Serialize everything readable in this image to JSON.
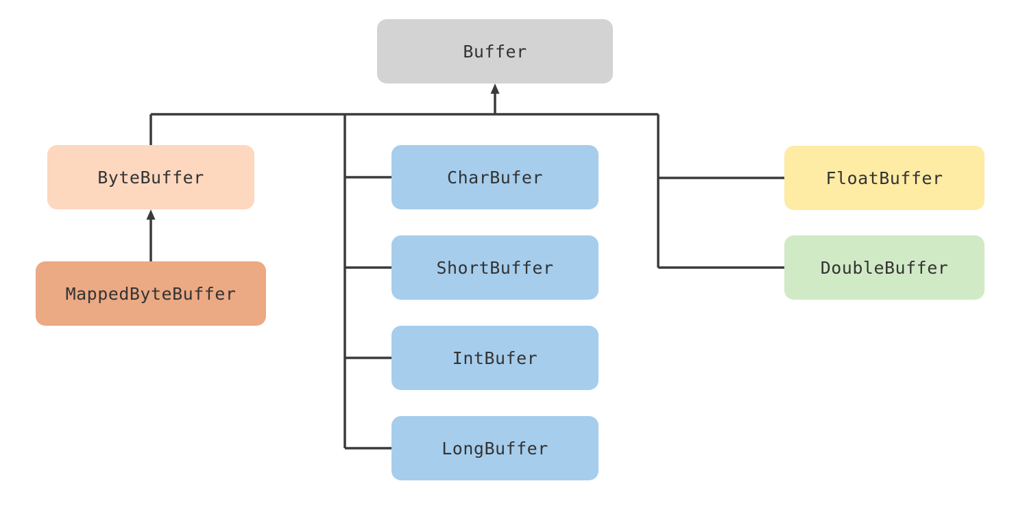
{
  "colors": {
    "line": "#3a3a3a",
    "root": "#d3d3d3",
    "byte": "#fed7bf",
    "mapped": "#eba984",
    "blue": "#a6cdec",
    "float": "#feeba4",
    "double": "#d1eac6"
  },
  "nodes": {
    "buffer": {
      "label": "Buffer",
      "color": "#d3d3d3"
    },
    "byte_buffer": {
      "label": "ByteBuffer",
      "color": "#fed7bf"
    },
    "mapped_byte_buffer": {
      "label": "MappedByteBuffer",
      "color": "#eba984"
    },
    "char_buffer": {
      "label": "CharBufer",
      "color": "#a6cdec"
    },
    "short_buffer": {
      "label": "ShortBuffer",
      "color": "#a6cdec"
    },
    "int_buffer": {
      "label": "IntBufer",
      "color": "#a6cdec"
    },
    "long_buffer": {
      "label": "LongBuffer",
      "color": "#a6cdec"
    },
    "float_buffer": {
      "label": "FloatBuffer",
      "color": "#feeba4"
    },
    "double_buffer": {
      "label": "DoubleBuffer",
      "color": "#d1eac6"
    }
  },
  "edges": [
    {
      "from": "byte_buffer",
      "to": "buffer"
    },
    {
      "from": "char_buffer",
      "to": "buffer"
    },
    {
      "from": "short_buffer",
      "to": "buffer"
    },
    {
      "from": "int_buffer",
      "to": "buffer"
    },
    {
      "from": "long_buffer",
      "to": "buffer"
    },
    {
      "from": "float_buffer",
      "to": "buffer"
    },
    {
      "from": "double_buffer",
      "to": "buffer"
    },
    {
      "from": "mapped_byte_buffer",
      "to": "byte_buffer"
    }
  ]
}
